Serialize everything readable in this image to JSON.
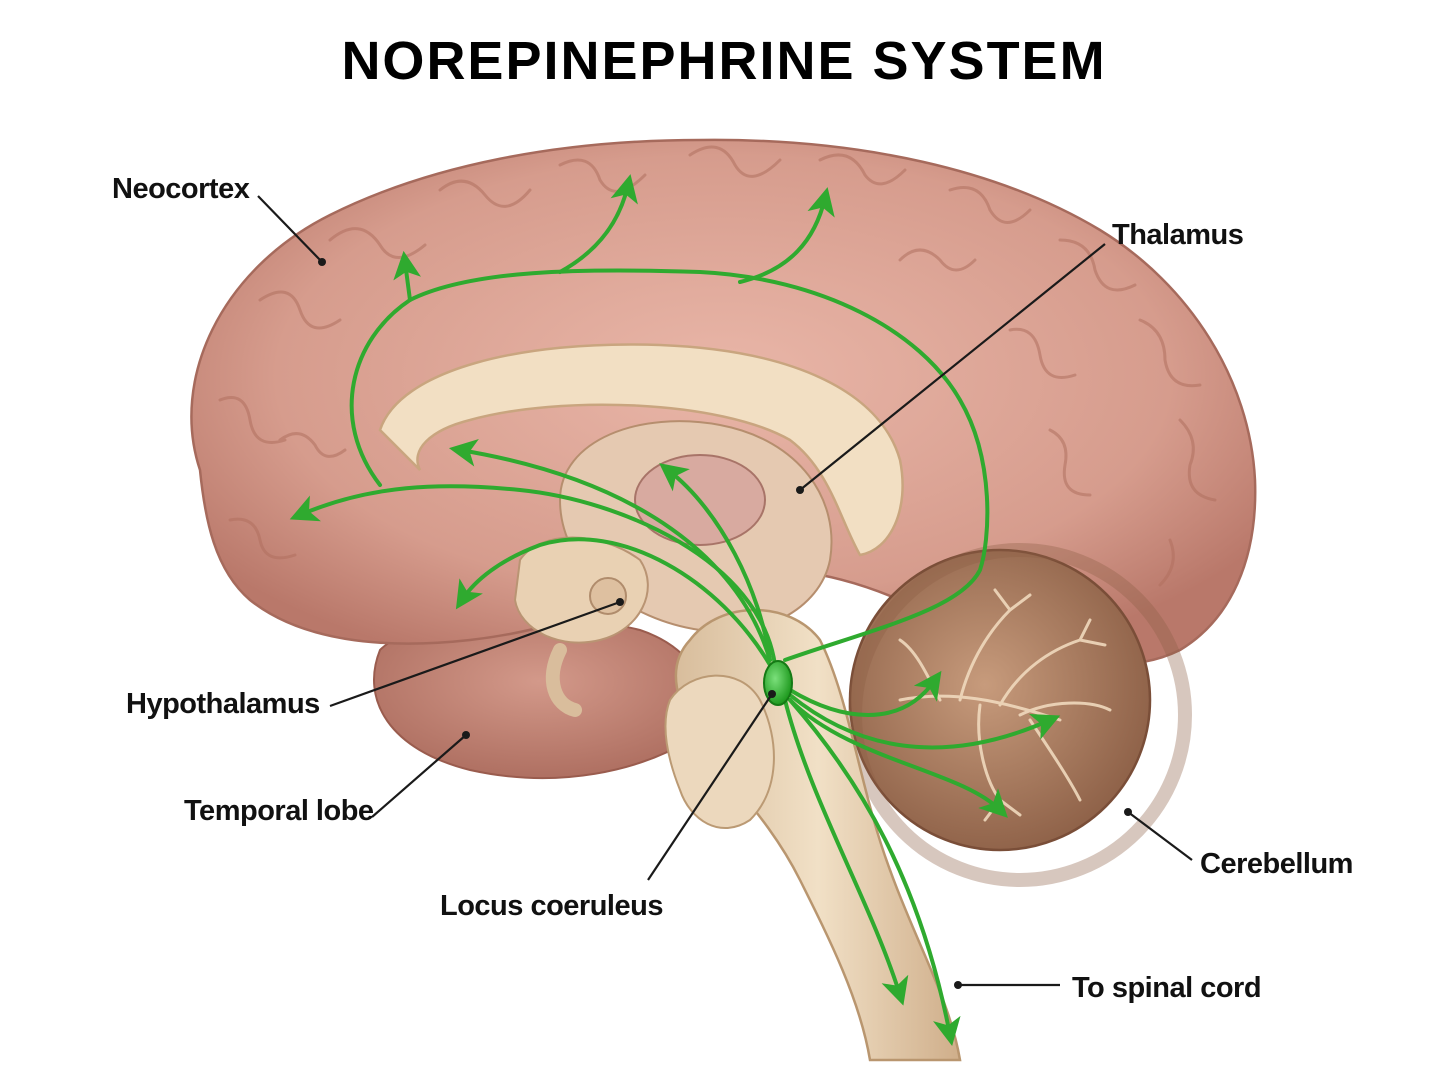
{
  "title": "NOREPINEPHRINE SYSTEM",
  "labels": {
    "neocortex": "Neocortex",
    "thalamus": "Thalamus",
    "hypothalamus": "Hypothalamus",
    "temporal_lobe": "Temporal lobe",
    "locus_coeruleus": "Locus coeruleus",
    "cerebellum": "Cerebellum",
    "spinal_cord": "To spinal cord"
  },
  "colors": {
    "pathway": "#2faa2f",
    "cortex": "#d9a497",
    "cortex_dark": "#b97a6c",
    "white_matter": "#f0dcc0",
    "brainstem": "#ead5b8",
    "cerebellum": "#b88a6c",
    "nucleus": "#3cc43c"
  }
}
